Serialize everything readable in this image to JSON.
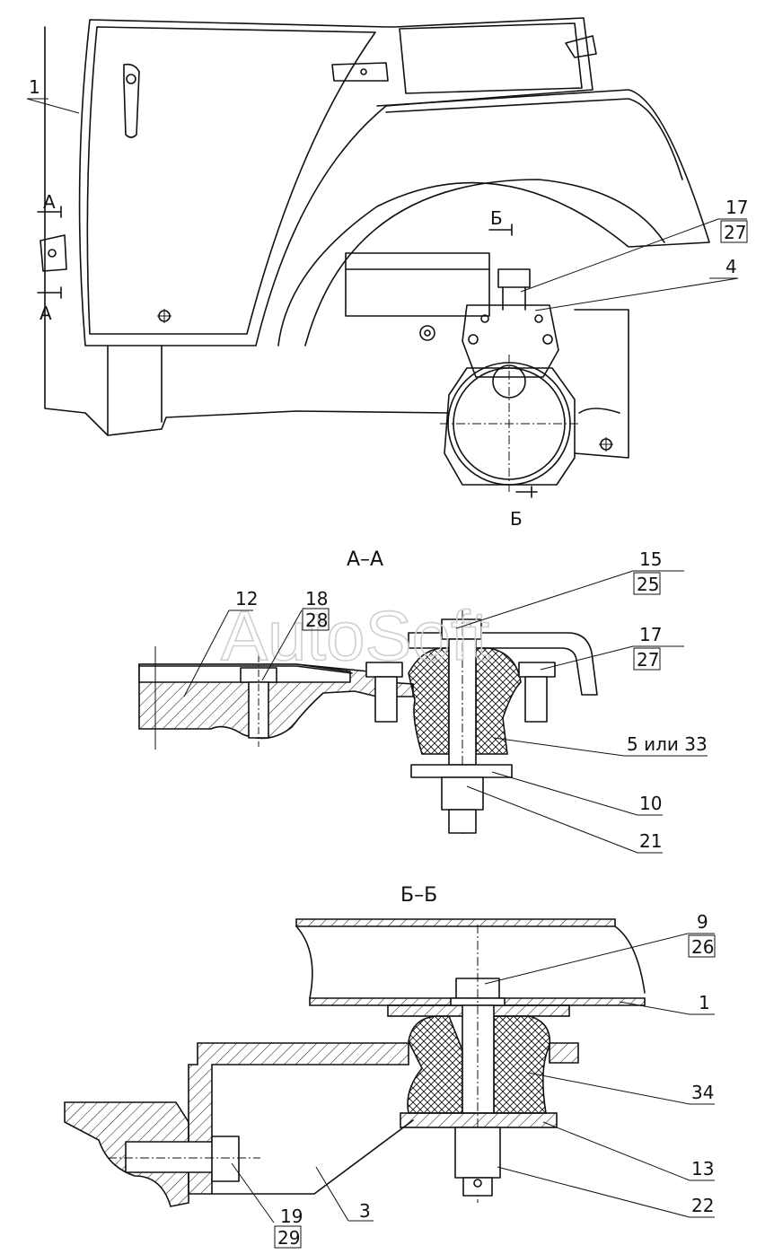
{
  "watermark": "AutoSoft",
  "sections": {
    "aa": "А–А",
    "bb": "Б–Б"
  },
  "top_view": {
    "cut_a_top": "А",
    "cut_a_bottom": "А",
    "cut_b_top": "Б",
    "cut_b_bottom": "Б",
    "callout_1": "1",
    "callout_17": "17",
    "callout_27": "27",
    "callout_4": "4"
  },
  "section_aa": {
    "callout_12": "12",
    "callout_18": "18",
    "callout_28": "28",
    "callout_15": "15",
    "callout_25": "25",
    "callout_17": "17",
    "callout_27": "27",
    "callout_5_33": "5 или 33",
    "callout_10": "10",
    "callout_21": "21"
  },
  "section_bb": {
    "callout_9": "9",
    "callout_26": "26",
    "callout_1": "1",
    "callout_34": "34",
    "callout_13": "13",
    "callout_22": "22",
    "callout_19": "19",
    "callout_29": "29",
    "callout_3": "3"
  }
}
